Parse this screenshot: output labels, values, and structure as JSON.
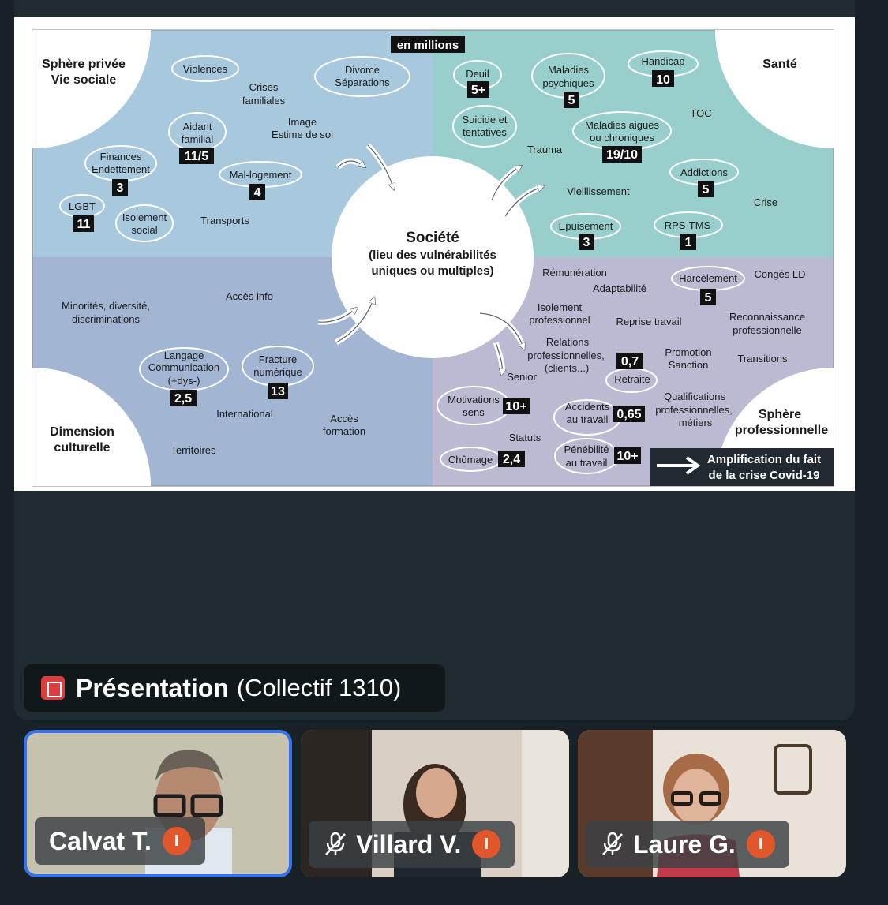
{
  "slide": {
    "unit_label": "en millions",
    "center_title": "Société",
    "center_sub1": "(lieu des vulnérabilités",
    "center_sub2": "uniques ou multiples)",
    "q_private1": "Sphère privée",
    "q_private2": "Vie sociale",
    "q_health": "Santé",
    "q_culture1": "Dimension",
    "q_culture2": "culturelle",
    "q_pro1": "Sphère",
    "q_pro2": "professionnelle",
    "banner1": "Amplification du fait",
    "banner2": "de la crise Covid-19",
    "private": {
      "violences": "Violences",
      "divorce1": "Divorce",
      "divorce2": "Séparations",
      "crises1": "Crises",
      "crises2": "familiales",
      "image1": "Image",
      "image2": "Estime de soi",
      "aidant1": "Aidant",
      "aidant2": "familial",
      "aidant_val": "11/5",
      "finances1": "Finances",
      "finances2": "Endettement",
      "finances_val": "3",
      "logement": "Mal-logement",
      "logement_val": "4",
      "lgbt": "LGBT",
      "lgbt_val": "11",
      "isolement1": "Isolement",
      "isolement2": "social",
      "transports": "Transports"
    },
    "health": {
      "deuil": "Deuil",
      "deuil_val": "5+",
      "maladies_psy1": "Maladies",
      "maladies_psy2": "psychiques",
      "maladies_psy_val": "5",
      "handicap": "Handicap",
      "handicap_val": "10",
      "toc": "TOC",
      "suicide1": "Suicide et",
      "suicide2": "tentatives",
      "aigues1": "Maladies aigues",
      "aigues2": "ou chroniques",
      "aigues_val": "19/10",
      "trauma": "Trauma",
      "addictions": "Addictions",
      "addictions_val": "5",
      "vieillissement": "Vieillissement",
      "crise": "Crise",
      "epuisement": "Epuisement",
      "epuisement_val": "3",
      "rps": "RPS-TMS",
      "rps_val": "1"
    },
    "culture": {
      "minorites1": "Minorités, diversité,",
      "minorites2": "discriminations",
      "acces_info": "Accès info",
      "langage1": "Langage",
      "langage2": "Communication",
      "langage3": "(+dys-)",
      "langage_val": "2,5",
      "fracture1": "Fracture",
      "fracture2": "numérique",
      "fracture_val": "13",
      "international": "International",
      "acces_form1": "Accès",
      "acces_form2": "formation",
      "territoires": "Territoires"
    },
    "pro": {
      "remuneration": "Rémunération",
      "adaptabilite": "Adaptabilité",
      "harcelement": "Harcèlement",
      "harcelement_val": "5",
      "conges": "Congés LD",
      "isolement1": "Isolement",
      "isolement2": "professionnel",
      "reprise": "Reprise travail",
      "reconnaissance1": "Reconnaissance",
      "reconnaissance2": "professionnelle",
      "relations1": "Relations",
      "relations2": "professionnelles,",
      "relations3": "(clients...)",
      "retraite_val": "0,7",
      "retraite": "Retraite",
      "promotion1": "Promotion",
      "promotion2": "Sanction",
      "transitions": "Transitions",
      "senior": "Senior",
      "motivations1": "Motivations",
      "motivations2": "sens",
      "motivations_val": "10+",
      "accidents1": "Accidents",
      "accidents2": "au travail",
      "accidents_val": "0,65",
      "qualifications1": "Qualifications",
      "qualifications2": "professionnelles,",
      "qualifications3": "métiers",
      "statuts": "Statuts",
      "chomage": "Chômage",
      "chomage_val": "2,4",
      "penibilite1": "Pénébilité",
      "penibilite2": "au travail",
      "penibilite_val": "10+"
    }
  },
  "presentation": {
    "title": "Présentation",
    "subtitle": "(Collectif 1310)"
  },
  "participants": [
    {
      "name": "Calvat T.",
      "badge": "I",
      "muted": false
    },
    {
      "name": "Villard V.",
      "badge": "I",
      "muted": true
    },
    {
      "name": "Laure G.",
      "badge": "I",
      "muted": true
    }
  ],
  "colors": {
    "private": "#a8c8de",
    "health": "#98cfcc",
    "culture": "#a2b5d3",
    "pro": "#bcbad3",
    "active_border": "#3472f0",
    "hand_badge": "#e1572b"
  }
}
